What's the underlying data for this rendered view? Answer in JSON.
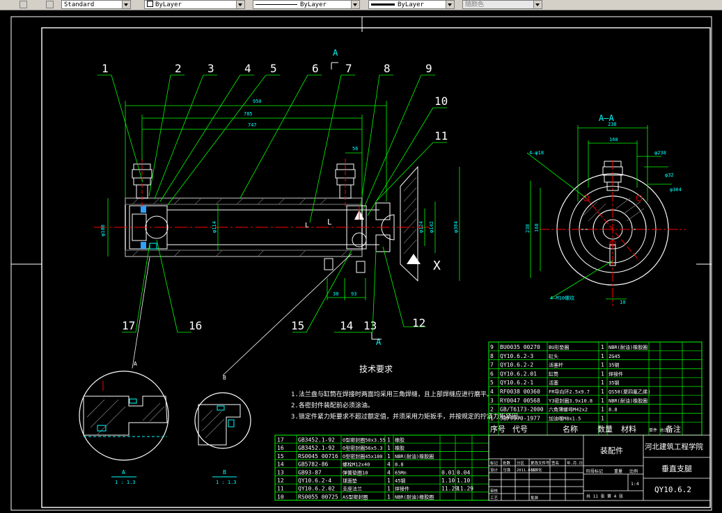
{
  "toolbar": {
    "text_style": "Standard",
    "layer_color": "ByLayer",
    "layer_linetype": "ByLayer",
    "layer_lineweight": "ByLayer",
    "plot_style": "随颜色"
  },
  "balloons": [
    "1",
    "2",
    "3",
    "4",
    "5",
    "6",
    "7",
    "8",
    "9",
    "10",
    "11",
    "12",
    "13",
    "14",
    "15",
    "16",
    "17"
  ],
  "section": {
    "label_main": "A",
    "label_bottom": "A",
    "view_title": "A—A",
    "x_mark": "X",
    "letter_L": "L"
  },
  "dims": {
    "d950": "950",
    "d785": "785",
    "d747": "747",
    "d56": "56",
    "d38": "38",
    "d93": "93",
    "d238": "238",
    "d168": "168",
    "d10": "10",
    "phi100": "φ100",
    "phi114": "φ114",
    "phi124": "φ124",
    "phi142": "φ142",
    "phi304": "φ304",
    "phi238": "φ238",
    "phi32": "φ32",
    "holes18": "4—φ18",
    "m10": "4—M10螺纹",
    "v238": "238",
    "v168": "168"
  },
  "details": {
    "a_label": "A",
    "a_scale": "1 : 1.3",
    "b_label": "B",
    "b_scale": "1 : 1.3"
  },
  "tech_title": "技术要求",
  "tech_notes": [
    "1.法兰盘与缸筒在焊接时两面均采用三角焊缝，且上部焊缝应进行磨平。",
    "2.各密封件装配前必须涂油。",
    "3.锁定件紧力矩要求不超过额定值，并须采用力矩扳手，并按规定的拧紧力矩紧固。"
  ],
  "bom_upper": [
    {
      "no": "9",
      "code": "BU0035 00270",
      "name": "BU形垫圈",
      "qty": "1",
      "mat": "NBR(耐油)橡胶圈"
    },
    {
      "no": "8",
      "code": "QY10.6.2-3",
      "name": "缸头",
      "qty": "1",
      "mat": "ZG45"
    },
    {
      "no": "7",
      "code": "QY10.6.2-2",
      "name": "活塞杆",
      "qty": "1",
      "mat": "35钢"
    },
    {
      "no": "6",
      "code": "QY10.6.2.01",
      "name": "缸筒",
      "qty": "1",
      "mat": "焊接件"
    },
    {
      "no": "5",
      "code": "QY10.6.2-1",
      "name": "活塞",
      "qty": "1",
      "mat": "35钢"
    },
    {
      "no": "4",
      "code": "RF0038 00360",
      "name": "FR导向环2.5x9.7",
      "qty": "1",
      "mat": "QS58(聚四氟乙烯)"
    },
    {
      "no": "3",
      "code": "RY0047 00568",
      "name": "Y3密封圈3.9x10.8",
      "qty": "1",
      "mat": "NBR(耐油)橡胶圈"
    },
    {
      "no": "2",
      "code": "GB/T6173-2000",
      "name": "六角薄螺母M42x2",
      "qty": "1",
      "mat": "8.8"
    },
    {
      "no": "1",
      "code": "JB/T970-1977",
      "name": "加油嘴M8x1.5",
      "qty": "1",
      "mat": ""
    }
  ],
  "bom_upper_header": [
    "序号",
    "代号",
    "名称",
    "数量",
    "材料",
    "单件 总计",
    "备注"
  ],
  "bom_lower": [
    {
      "no": "17",
      "code": "GB3452.1-92",
      "name": "O型密封圈50x3.55",
      "qty": "1",
      "mat": "橡胶"
    },
    {
      "no": "16",
      "code": "GB3452.1-92",
      "name": "O型密封圈56x5.3",
      "qty": "1",
      "mat": "橡胶"
    },
    {
      "no": "15",
      "code": "RS0045 00716",
      "name": "O型密封圈45x180",
      "qty": "1",
      "mat": "NBR(耐油)橡胶圈"
    },
    {
      "no": "14",
      "code": "GB5782-86",
      "name": "螺栓M12x40",
      "qty": "4",
      "mat": "8.8"
    },
    {
      "no": "13",
      "code": "GB93-87",
      "name": "弹簧垫圈10",
      "qty": "4",
      "mat": "65Mn",
      "w1": "0.01",
      "w2": "0.04"
    },
    {
      "no": "12",
      "code": "QY10.6.2-4",
      "name": "球面垫",
      "qty": "1",
      "mat": "45钢",
      "w1": "1.10",
      "w2": "1.10"
    },
    {
      "no": "11",
      "code": "QY10.6.2.02",
      "name": "支座法兰",
      "qty": "1",
      "mat": "焊接件",
      "w1": "11.29",
      "w2": "11.29"
    },
    {
      "no": "10",
      "code": "RS0055 00725",
      "name": "AS型密封圈",
      "qty": "1",
      "mat": "NBR(耐油)橡胶圈"
    }
  ],
  "title_block": {
    "drawing_type": "装配件",
    "school": "河北建筑工程学院",
    "part_name": "垂直支腿",
    "drawing_no": "QY10.6.2",
    "scale": "1:4",
    "row_labels": [
      "标记",
      "处数",
      "分区",
      "更改文件号",
      "签名",
      "年.月.日"
    ],
    "design": "设计",
    "designer": "马强",
    "date": "2011.6.6",
    "std": "标准化",
    "stage": "阶段标记",
    "weight": "重量",
    "scale_label": "比例",
    "review": "审核",
    "process": "工艺",
    "approve": "批准",
    "sheets": "共 11 张  第 4 张"
  }
}
